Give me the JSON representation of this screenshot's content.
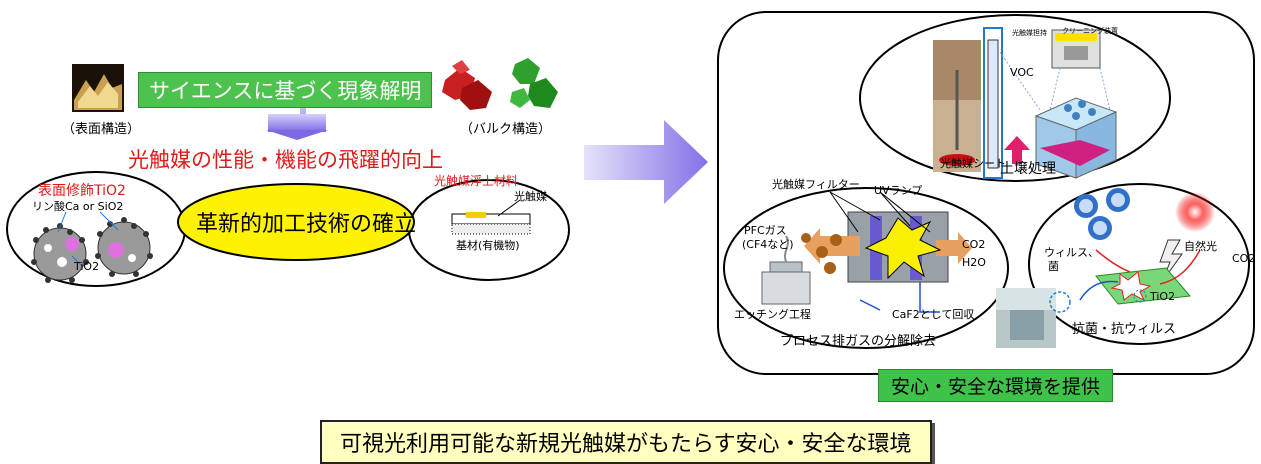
{
  "left": {
    "science_banner": "サイエンスに基づく現象解明",
    "surface_structure_label": "（表面構造）",
    "bulk_structure_label": "（バルク構造）",
    "performance_text": "光触媒の性能・機能の飛躍的向上",
    "innovation_text": "革新的加工技術の確立",
    "surface_mod_title": "表面修飾TiO2",
    "phosphate_label": "リン酸Ca or SiO2",
    "tio2_label": "TiO2",
    "floating_material_title": "光触媒浮上材料",
    "photocatalyst_label": "光触媒",
    "substrate_label": "基材(有機物)"
  },
  "right": {
    "voc_label": "VOC",
    "sheet_label": "光触媒シート",
    "soil_treatment_label": "土壌処理",
    "filter_label": "光触媒フィルター",
    "uv_lamp_label": "UVランプ",
    "pfc_gas_label": "PFCガス",
    "cf4_label": "(CF4など)",
    "co2_label": "CO2",
    "h2o_label": "H2O",
    "etching_label": "エッチング工程",
    "caf2_label": "CaF2として回収",
    "process_gas_label": "プロセス排ガスの分解除去",
    "sunlight_label": "自然光",
    "virus_label": "ウィルス、",
    "bacteria_label": "菌",
    "co2_edge_label": "CO2",
    "tio2_label": "TiO2",
    "antibacterial_label": "抗菌・抗ウィルス",
    "safe_env_banner": "安心・安全な環境を提供",
    "cleaning_label": "クリーニング装置",
    "small_sign_label": "光触媒担持"
  },
  "bottom_banner": "可視光利用可能な新規光触媒がもたらす安心・安全な環境",
  "colors": {
    "green_banner": "#4ec24e",
    "red_text": "#e01b1b",
    "arrow_purple": "#8f84e8",
    "yellow_ellipse": "#fff200",
    "bottom_box_bg": "#ffffc0"
  }
}
